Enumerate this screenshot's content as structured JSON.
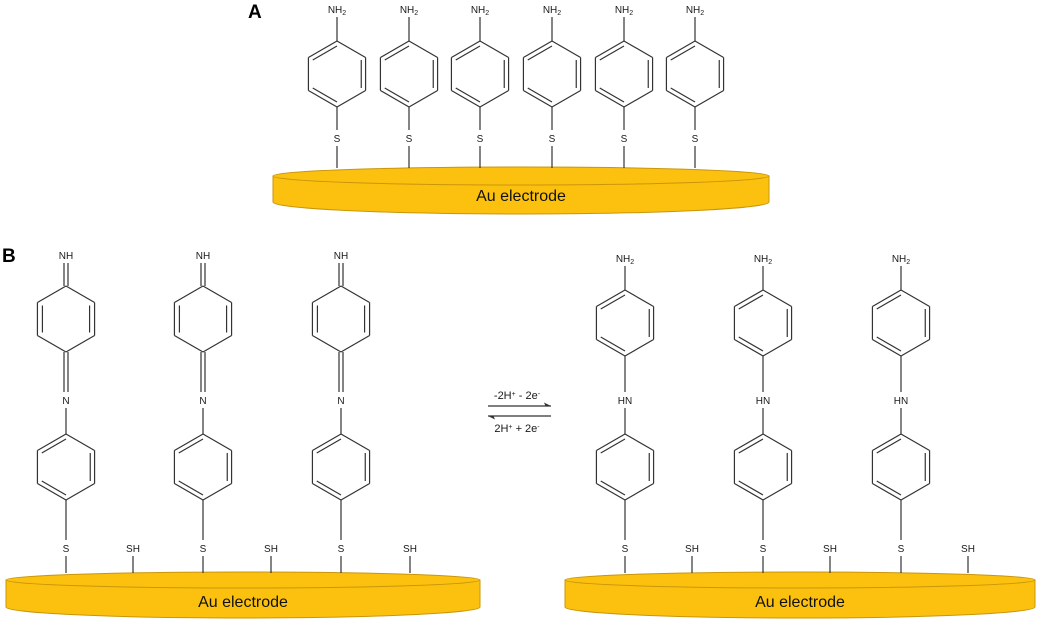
{
  "panels": {
    "a_label": "A",
    "b_label": "B"
  },
  "electrode": {
    "label": "Au electrode",
    "fill_color": "#fcc10f",
    "edge_color": "#c8960a"
  },
  "groups": {
    "amine_main": "NH",
    "amine_sub": "2",
    "imine": "NH",
    "bridge_imine": "N",
    "bridge_amine": "HN",
    "thioether": "S",
    "thiol": "SH"
  },
  "reaction": {
    "forward_main_1": "-2H",
    "forward_sup_1": "+",
    "forward_main_2": " - 2e",
    "forward_sup_2": "-",
    "reverse_main_1": "2H",
    "reverse_sup_1": "+",
    "reverse_main_2": " + 2e",
    "reverse_sup_2": "-"
  }
}
